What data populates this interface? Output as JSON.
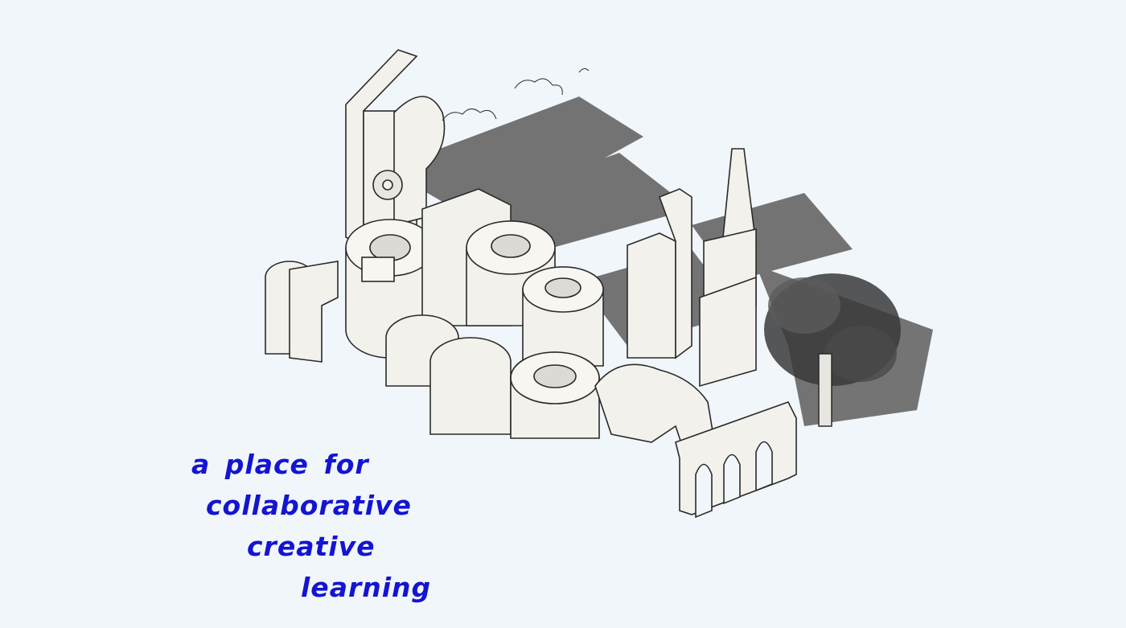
{
  "tagline": {
    "line1": "a place for",
    "line2": "collaborative",
    "line3": "creative",
    "line4": "learning"
  },
  "colors": {
    "background": "#f0f6fa",
    "tagline_text": "#1414d2",
    "building_fill": "#f3f1ec",
    "building_stroke": "#2a2a2a",
    "shadow": "#6d6d6d"
  },
  "illustration": {
    "description_icon": "isometric-letter-buildings-illustration"
  }
}
